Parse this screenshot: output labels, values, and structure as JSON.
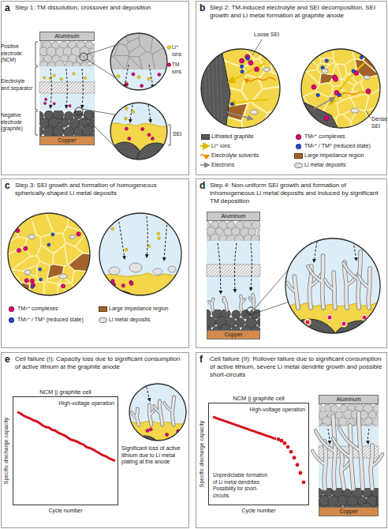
{
  "diagram": {
    "nodes": [
      {
        "text": [
          "a",
          "Step 1: TM dissolution, crossover and deposition"
        ]
      },
      {
        "text": [
          "Aluminum"
        ],
        "in": 0
      },
      {
        "text": [
          "Copper"
        ],
        "in": 0
      },
      {
        "text": [
          "b",
          "Step 2: TM-induced electrolyte and SEI decomposition, SEI growth and Li metal formation at graphite anode"
        ]
      },
      {
        "text": [
          "c",
          "Step 3: SEI growth and formation of homogeneous spherically-shaped Li metal deposits"
        ]
      },
      {
        "text": [
          "d",
          "Step 4: Non-uniform SEI growth and formation of inhomogeneous Li metal deposits and induced by significant TM deposition"
        ]
      },
      {
        "text": [
          "Aluminum"
        ],
        "in": 5
      },
      {
        "text": [
          "Copper"
        ],
        "in": 5
      },
      {
        "text": [
          "e",
          "Cell failure (I): Capacity loss due to significant consumption of active lithium at the graphite anode"
        ]
      },
      {
        "text": [
          "NCM || graphite cell",
          "High-voltage operation"
        ],
        "in": 8
      },
      {
        "text": [
          "f",
          "Cell failure (II): Rollover failure due to significant consumption of active lithium, severe Li metal dendrite growth and possible short-circuits"
        ]
      },
      {
        "text": [
          "NCM || graphite cell",
          "High-voltage operation"
        ],
        "in": 10
      },
      {
        "text": [
          "Aluminum"
        ],
        "in": 10
      },
      {
        "text": [
          "Copper"
        ],
        "in": 10
      }
    ],
    "labels": [
      "Positive electrode (NCM)",
      "Electrolyte and separator",
      "Negative electrode (graphite)",
      "Li⁺ ions",
      "TM ions",
      "SEI",
      "Loose SEI",
      "Dense SEI",
      "Specific discharge capacity",
      "Cycle number",
      "Significant loss of active lithium due to Li metal plating at the anode",
      "Specific discharge capacity",
      "Cycle number",
      "Unpredictable formation of Li metal dendrites: Possibility for short-circuits"
    ],
    "legend": [
      {
        "text": "Lithiated graphite",
        "color": "#585858"
      },
      {
        "text": "TM²⁺ complexes",
        "color": "#e2007a"
      },
      {
        "text": "Li⁺ ions"
      },
      {
        "text": "TM¹⁺ / TM⁰ (reduced state)",
        "color": "#1f4fd1"
      },
      {
        "text": "Electrolyte solvents"
      },
      {
        "text": "Large impedance region",
        "color": "#a3622c"
      },
      {
        "text": "Electrons"
      },
      {
        "text": "Li metal deposits",
        "color": "#e3e3e3"
      },
      {
        "text": "TM²⁺ complexes",
        "color": "#e2007a"
      },
      {
        "text": "Large impedance region",
        "color": "#a3622c"
      },
      {
        "text": "TM¹⁺ / TM⁰ (reduced state)",
        "color": "#1f4fd1"
      },
      {
        "text": "Li metal deposits",
        "color": "#e3e3e3"
      }
    ]
  }
}
